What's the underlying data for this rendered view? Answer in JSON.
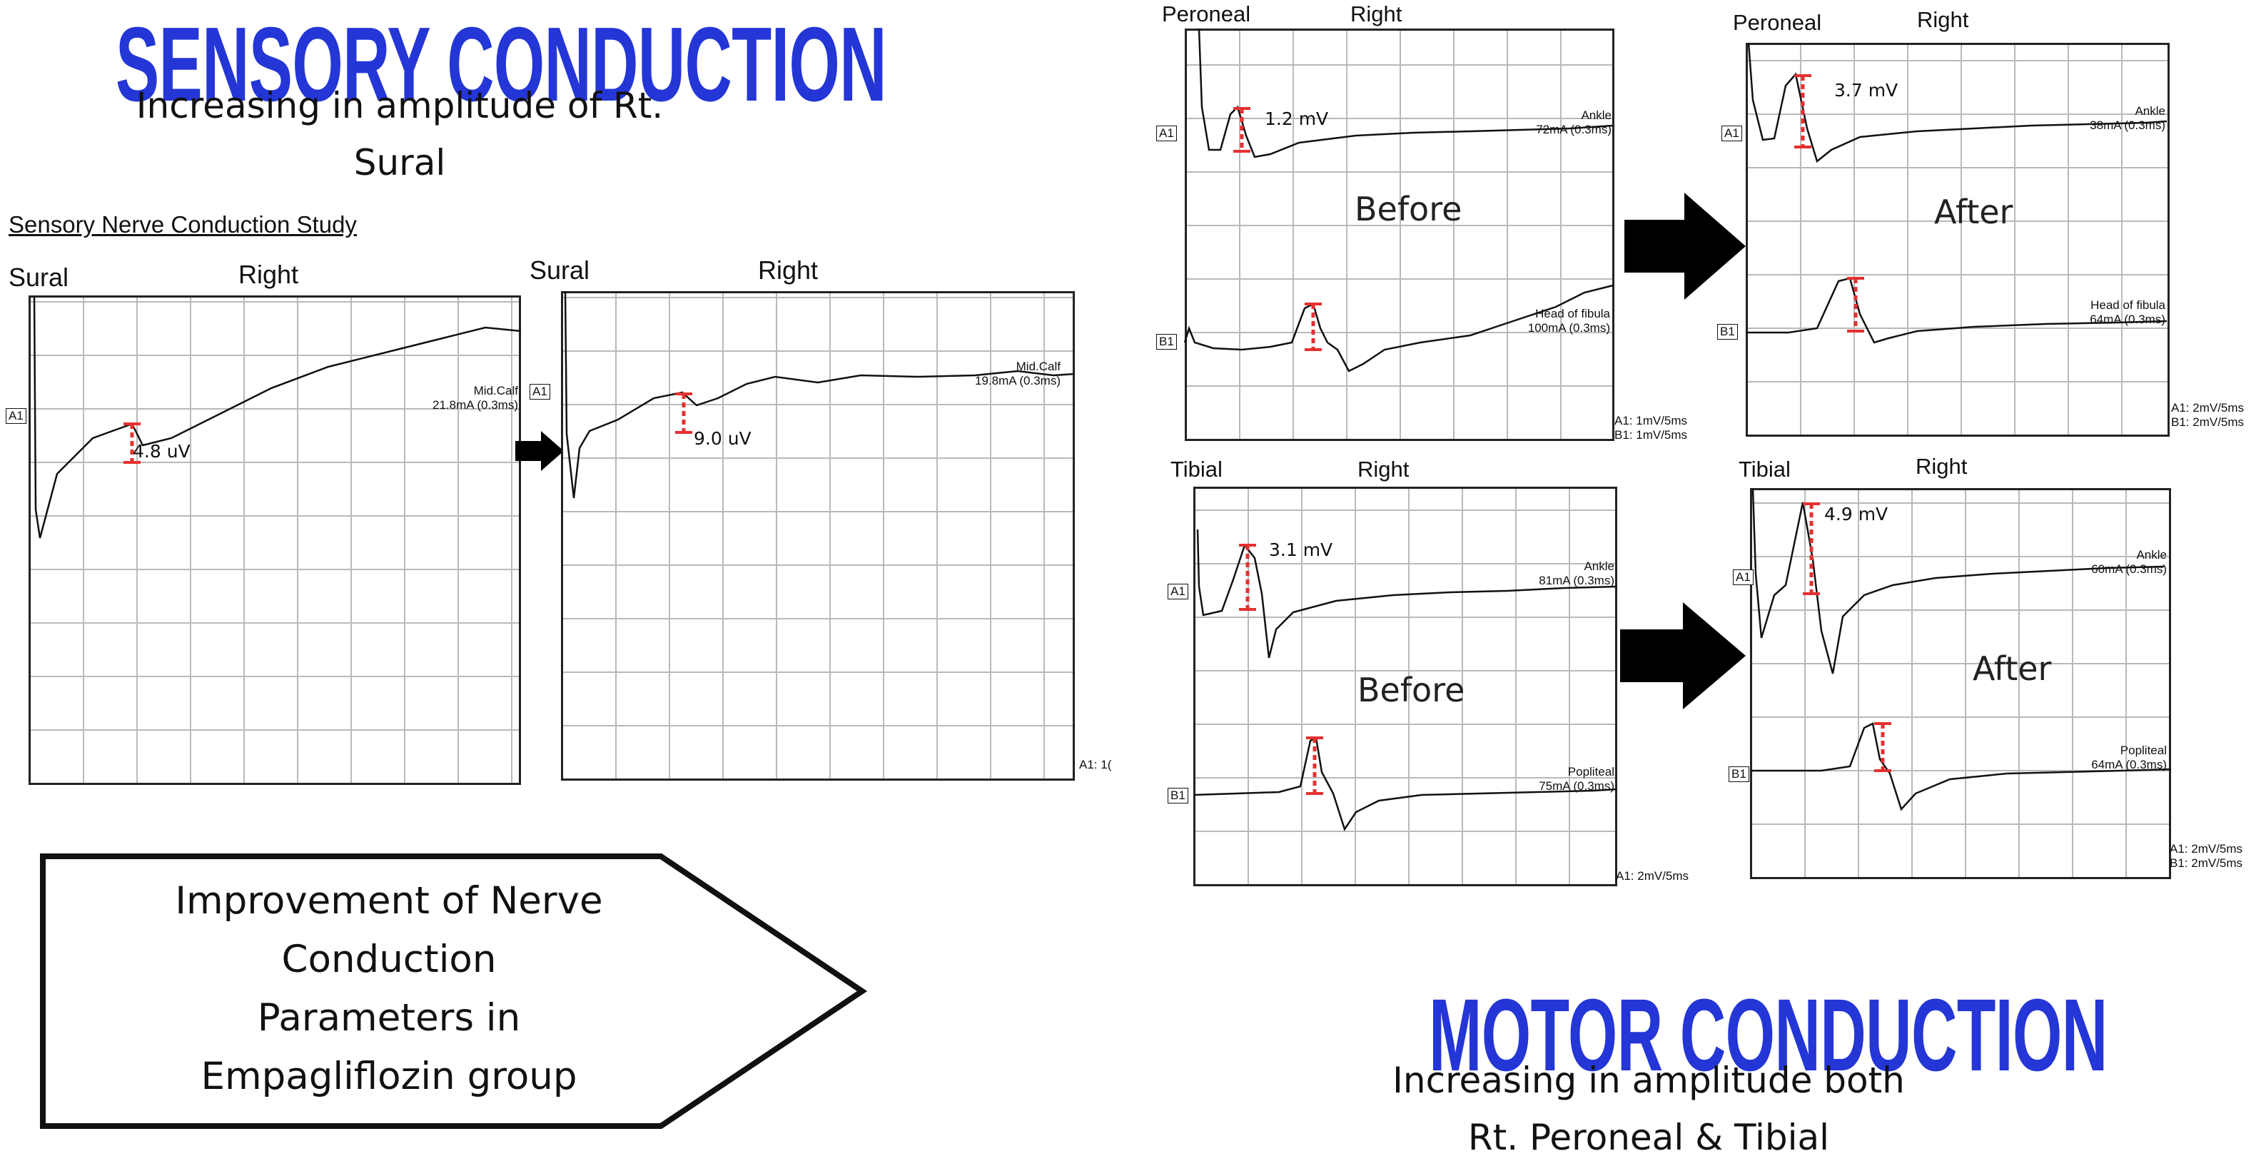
{
  "sensory": {
    "title": "SENSORY CONDUCTION",
    "subtitle_line1": "Increasing in amplitude of Rt.",
    "subtitle_line2": "Sural",
    "study_heading": "Sensory Nerve Conduction Study",
    "before": {
      "nerve": "Sural",
      "side": "Right",
      "site_line1": "Mid.Calf",
      "site_line2": "21.8mA (0.3ms)",
      "amplitude": "4.8 uV",
      "channel": "A1"
    },
    "after": {
      "nerve": "Sural",
      "side": "Right",
      "site_line1": "Mid.Calf",
      "site_line2": "19.8mA (0.3ms)",
      "amplitude": "9.0 uV",
      "channel": "A1",
      "scale": "A1: 1("
    }
  },
  "motor": {
    "title": "MOTOR CONDUCTION",
    "subtitle_line1": "Increasing in amplitude both",
    "subtitle_line2": "Rt. Peroneal & Tibial",
    "peroneal_before": {
      "nerve": "Peroneal",
      "side": "Right",
      "phase": "Before",
      "amplitude": "1.2 mV",
      "site_a_line1": "Ankle",
      "site_a_line2": "72mA (0.3ms)",
      "site_b_line1": "Head of fibula",
      "site_b_line2": "100mA (0.3ms)",
      "scale_a": "A1: 1mV/5ms",
      "scale_b": "B1: 1mV/5ms",
      "ch_a": "A1",
      "ch_b": "B1"
    },
    "peroneal_after": {
      "nerve": "Peroneal",
      "side": "Right",
      "phase": "After",
      "amplitude": "3.7 mV",
      "site_a_line1": "Ankle",
      "site_a_line2": "38mA (0.3ms)",
      "site_b_line1": "Head of fibula",
      "site_b_line2": "64mA (0.3ms)",
      "scale_a": "A1: 2mV/5ms",
      "scale_b": "B1: 2mV/5ms",
      "ch_a": "A1",
      "ch_b": "B1"
    },
    "tibial_before": {
      "nerve": "Tibial",
      "side": "Right",
      "phase": "Before",
      "amplitude": "3.1 mV",
      "site_a_line1": "Ankle",
      "site_a_line2": "81mA (0.3ms)",
      "site_b_line1": "Popliteal",
      "site_b_line2": "75mA (0.3ms)",
      "scale_a": "A1: 2mV/5ms",
      "ch_a": "A1",
      "ch_b": "B1"
    },
    "tibial_after": {
      "nerve": "Tibial",
      "side": "Right",
      "phase": "After",
      "amplitude": "4.9 mV",
      "site_a_line1": "Ankle",
      "site_a_line2": "60mA (0.3ms)",
      "site_b_line1": "Popliteal",
      "site_b_line2": "64mA (0.3ms)",
      "scale_a": "A1: 2mV/5ms",
      "scale_b": "B1: 2mV/5ms",
      "ch_a": "A1",
      "ch_b": "B1"
    }
  },
  "summary": {
    "line1": "Improvement of Nerve",
    "line2": "Conduction",
    "line3": "Parameters in",
    "line4": "Empagliflozin group"
  },
  "colors": {
    "title_blue": "#2436d6",
    "marker_red": "#e53030",
    "arrow": "#000000"
  }
}
